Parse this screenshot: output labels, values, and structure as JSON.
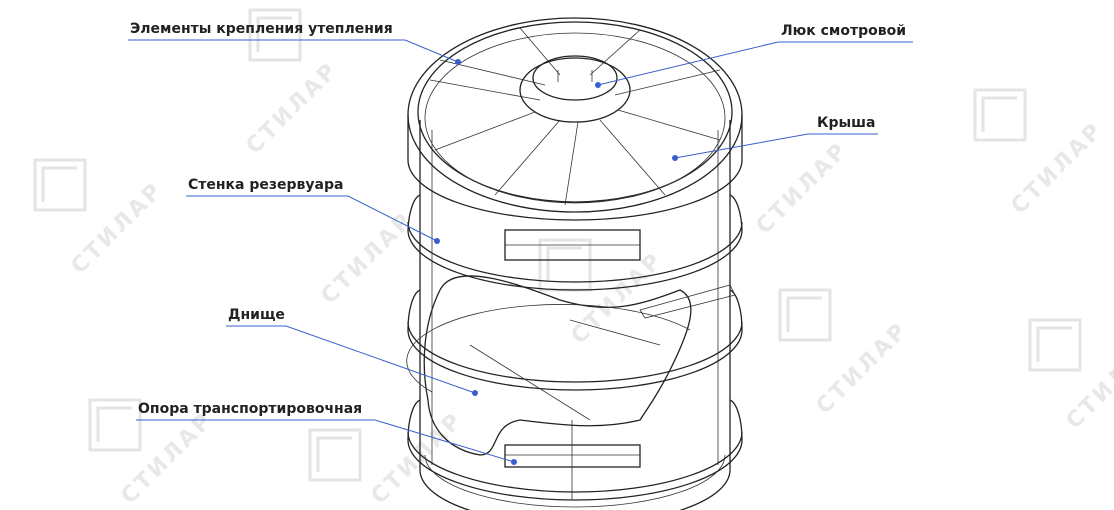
{
  "watermark": {
    "text": "СТИЛАР"
  },
  "labels": {
    "insulation": "Элементы крепления утепления",
    "hatch": "Люк смотровой",
    "roof": "Крыша",
    "wall": "Стенка резервуара",
    "bottom": "Днище",
    "support": "Опора транспортировочная"
  },
  "colors": {
    "leader": "#3a5fcd",
    "text": "#222222"
  }
}
